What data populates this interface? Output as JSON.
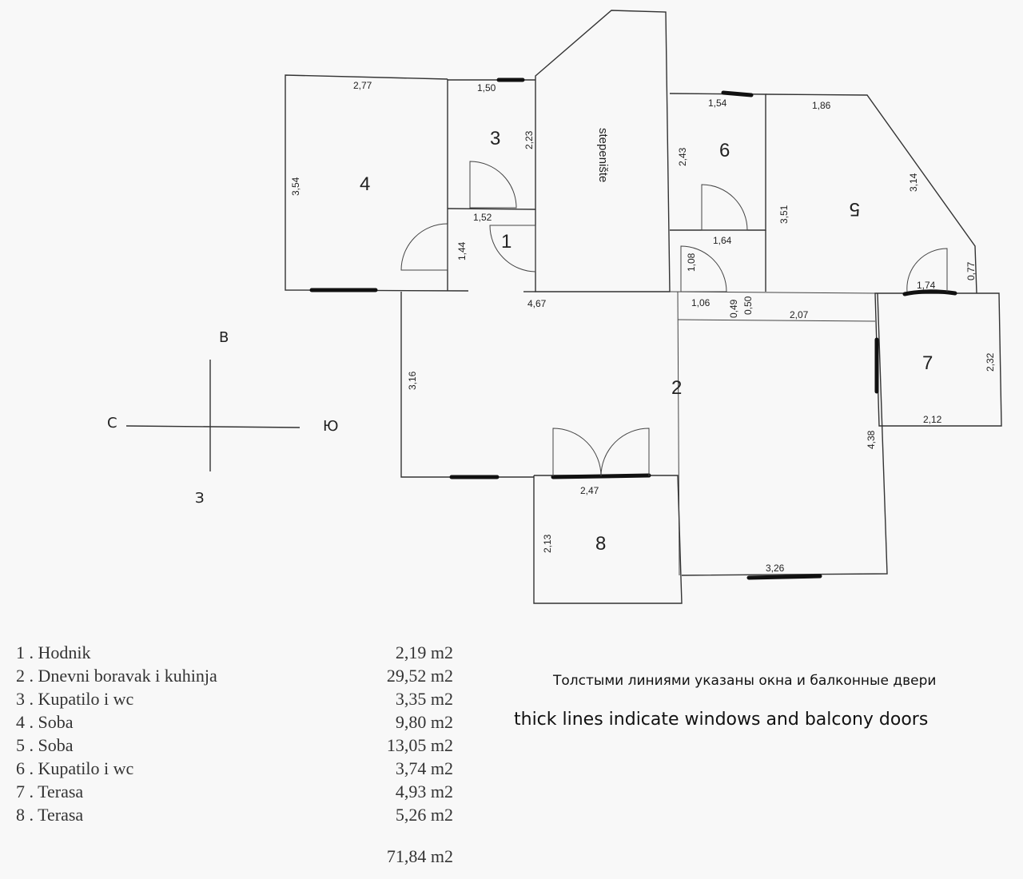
{
  "plan": {
    "rooms": {
      "r1": "1",
      "r2": "2",
      "r3": "3",
      "r4": "4",
      "r5": "5",
      "r6": "6",
      "r7": "7",
      "r8": "8"
    },
    "staircase_label": "stepenište",
    "dimensions": {
      "d277": "2,77",
      "d150": "1,50",
      "d223": "2,23",
      "d354": "3,54",
      "d152": "1,52",
      "d144": "1,44",
      "d154": "1,54",
      "d186": "1,86",
      "d243": "2,43",
      "d314": "3,14",
      "d351": "3,51",
      "d164": "1,64",
      "d108": "1,08",
      "d077": "0,77",
      "d174": "1,74",
      "d467": "4,67",
      "d106": "1,06",
      "d049": "0,49",
      "d050": "0,50",
      "d207": "2,07",
      "d316": "3,16",
      "d232": "2,32",
      "d212": "2,12",
      "d438": "4,38",
      "d247": "2,47",
      "d213": "2,13",
      "d326": "3,26"
    },
    "windows_color": "#111111"
  },
  "compass": {
    "north": "В",
    "west": "С",
    "east": "Ю",
    "south": "З"
  },
  "legend": {
    "items": [
      {
        "name": "1 . Hodnik",
        "area": "2,19 m2"
      },
      {
        "name": "2 . Dnevni boravak i kuhinja",
        "area": "29,52 m2"
      },
      {
        "name": "3 . Kupatilo i wc",
        "area": "3,35 m2"
      },
      {
        "name": "4 . Soba",
        "area": "9,80 m2"
      },
      {
        "name": "5 . Soba",
        "area": "13,05 m2"
      },
      {
        "name": "6 . Kupatilo i wc",
        "area": "3,74 m2"
      },
      {
        "name": "7 . Terasa",
        "area": "4,93 m2"
      },
      {
        "name": "8 . Terasa",
        "area": "5,26 m2"
      }
    ],
    "total": "71,84 m2"
  },
  "notes": {
    "ru": "Толстыми линиями указаны окна и балконные двери",
    "en": "thick lines indicate windows and balcony doors"
  }
}
